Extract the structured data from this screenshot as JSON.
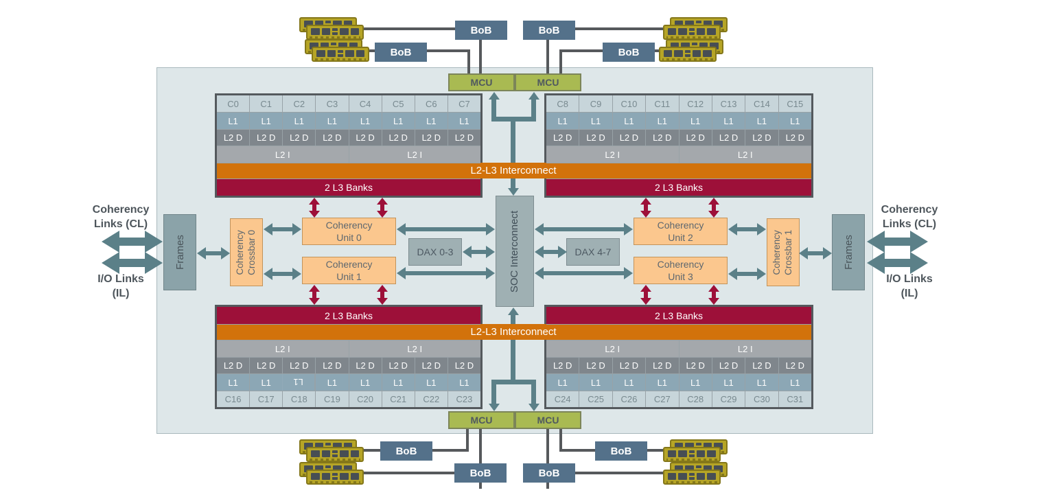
{
  "labels": {
    "mcu": "MCU",
    "bob": "BoB",
    "frames": "Frames",
    "l1": "L1",
    "l2d": "L2 D",
    "l2i": "L2 I",
    "l3_banks": "2 L3 Banks",
    "l2l3_interconnect": "L2-L3 Interconnect",
    "soc_interconnect": "SOC Interconnect"
  },
  "clusters": [
    {
      "name": "top-left",
      "cores": [
        "C0",
        "C1",
        "C2",
        "C3",
        "C4",
        "C5",
        "C6",
        "C7"
      ]
    },
    {
      "name": "top-right",
      "cores": [
        "C8",
        "C9",
        "C10",
        "C11",
        "C12",
        "C13",
        "C14",
        "C15"
      ]
    },
    {
      "name": "bottom-left",
      "cores": [
        "C16",
        "C17",
        "C18",
        "C19",
        "C20",
        "C21",
        "C22",
        "C23"
      ]
    },
    {
      "name": "bottom-right",
      "cores": [
        "C24",
        "C25",
        "C26",
        "C27",
        "C28",
        "C29",
        "C30",
        "C31"
      ]
    }
  ],
  "coherency_units": [
    {
      "line1": "Coherency",
      "line2": "Unit 0"
    },
    {
      "line1": "Coherency",
      "line2": "Unit 1"
    },
    {
      "line1": "Coherency",
      "line2": "Unit 2"
    },
    {
      "line1": "Coherency",
      "line2": "Unit 3"
    }
  ],
  "crossbars": [
    {
      "line1": "Coherency",
      "line2": "Crossbar 0"
    },
    {
      "line1": "Coherency",
      "line2": "Crossbar 1"
    }
  ],
  "dax": [
    "DAX 0-3",
    "DAX 4-7"
  ],
  "side_labels": {
    "cl_line1": "Coherency",
    "cl_line2": "Links (CL)",
    "il_line1": "I/O Links",
    "il_line2": "(IL)"
  },
  "colors": {
    "teal_arrow": "#5b8088",
    "crimson": "#9d1039",
    "orange": "#d2720b",
    "mcu_green": "#a9ba52",
    "bob_slate": "#54718a",
    "peach": "#fbc78e",
    "chip_background": "#dee7e9",
    "dimm_yellow": "#b6a526"
  }
}
